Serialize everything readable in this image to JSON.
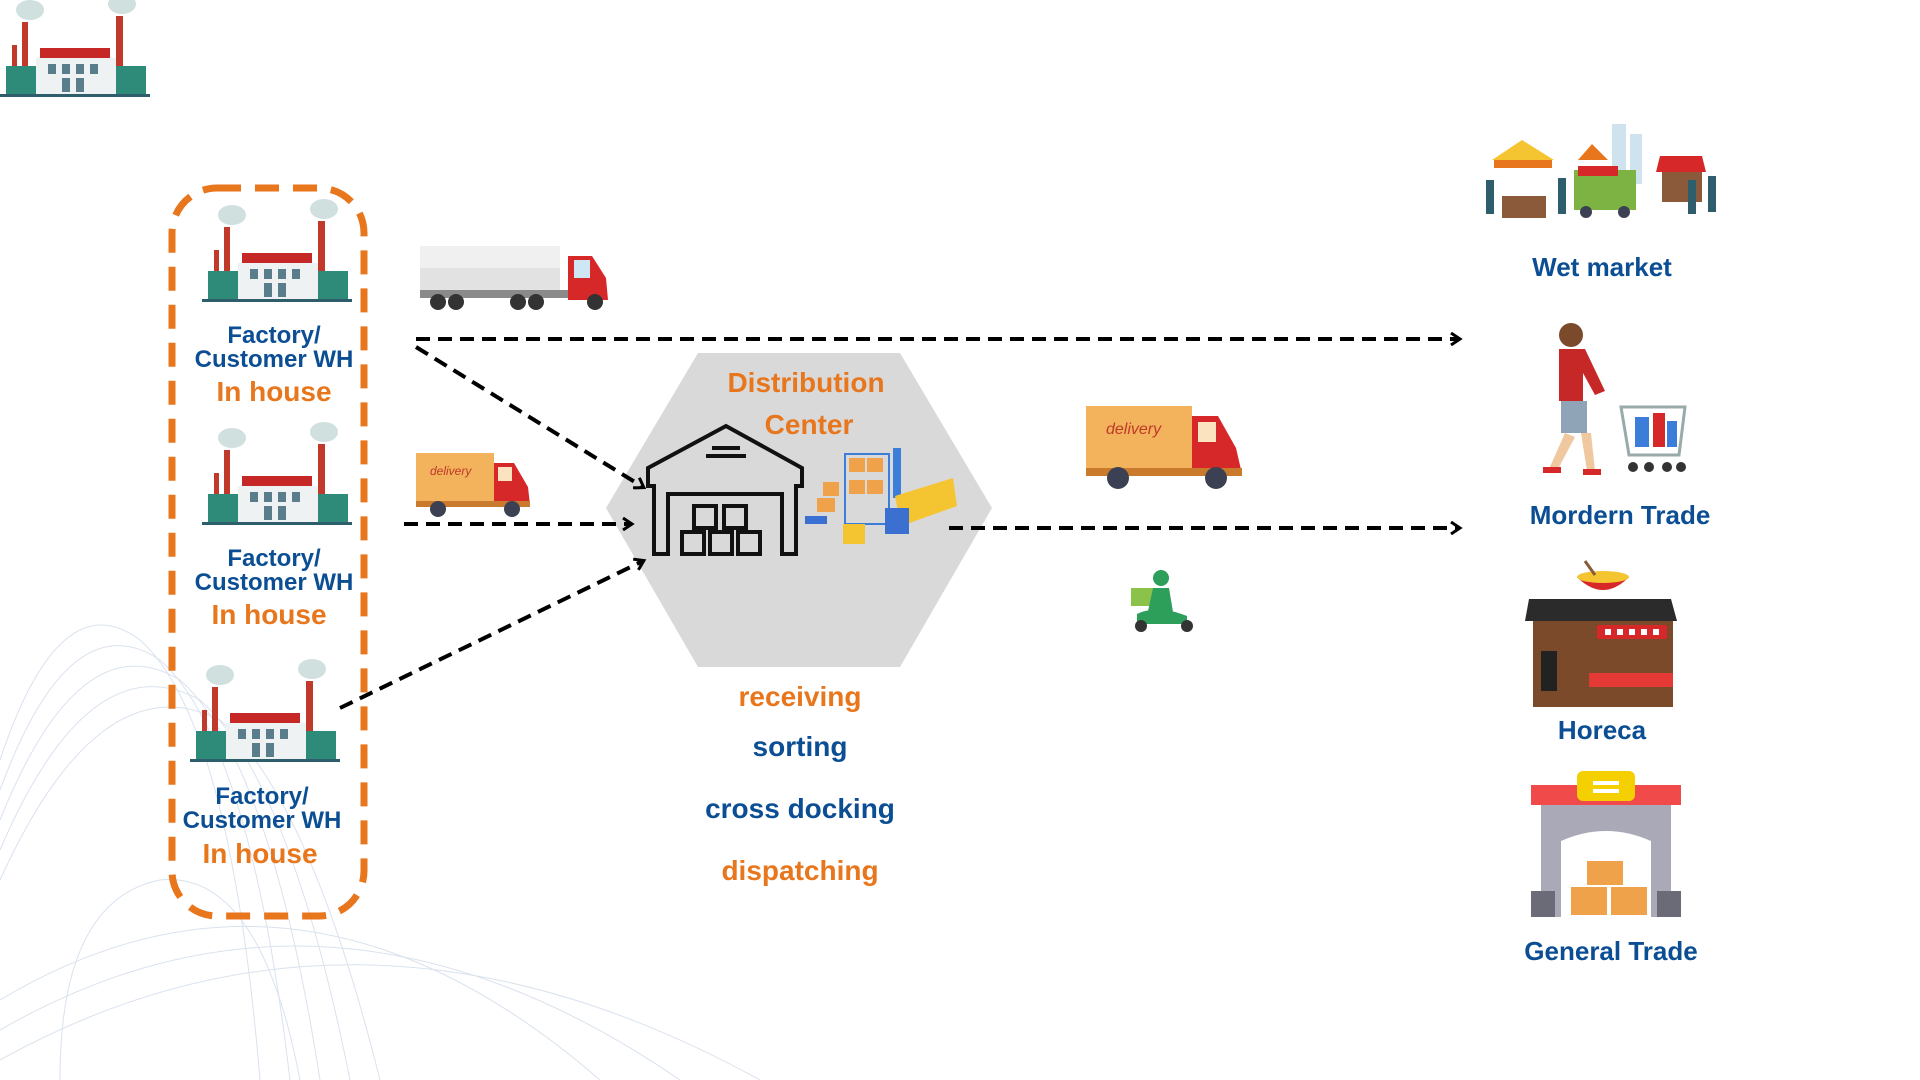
{
  "colors": {
    "orange": "#e8761c",
    "blue": "#0b4e93",
    "hexagon": "#d9d9d9",
    "arrow": "#000000"
  },
  "sources": [
    {
      "line1": "Factory/",
      "line2": "Customer WH",
      "tag": "In house",
      "icon": "factory-icon"
    },
    {
      "line1": "Factory/",
      "line2": "Customer WH",
      "tag": "In house",
      "icon": "factory-icon"
    },
    {
      "line1": "Factory/",
      "line2": "Customer WH",
      "tag": "In house",
      "icon": "factory-icon"
    }
  ],
  "hub": {
    "title_line1": "Distribution",
    "title_line2": "Center",
    "icon": "warehouse-icon",
    "steps": [
      "receiving",
      "sorting",
      "cross docking",
      "dispatching"
    ]
  },
  "vehicles": {
    "trailer": "trailer-truck-icon",
    "small_truck_text": "delivery",
    "big_truck_text": "delivery",
    "scooter": "scooter-icon"
  },
  "destinations": [
    {
      "label": "Wet market",
      "icon": "market-stalls-icon"
    },
    {
      "label": "Mordern Trade",
      "icon": "shopping-cart-icon"
    },
    {
      "label": "Horeca",
      "icon": "ramen-shop-icon"
    },
    {
      "label": "General Trade",
      "icon": "store-icon"
    }
  ]
}
